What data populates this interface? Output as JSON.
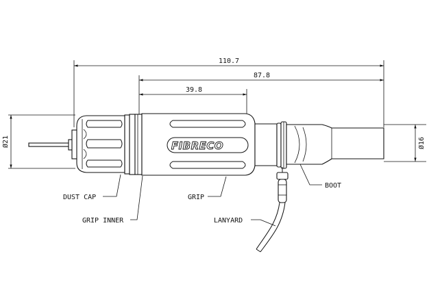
{
  "dimensions": {
    "overall_length": "110.7",
    "grip_to_end": "87.8",
    "grip_length": "39.8",
    "diameter_left": "Ø21",
    "diameter_right": "Ø16"
  },
  "brand": "FIBRECO",
  "callouts": {
    "dust_cap": "DUST CAP",
    "grip_inner": "GRIP INNER",
    "grip": "GRIP",
    "lanyard": "LANYARD",
    "boot": "BOOT"
  }
}
